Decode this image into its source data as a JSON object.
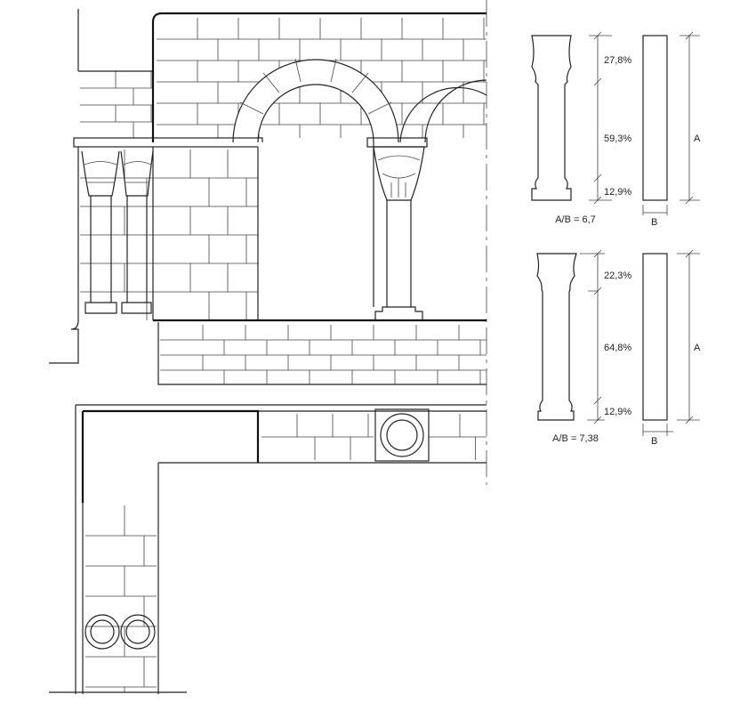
{
  "column_1": {
    "capital_pct": "27,8%",
    "shaft_pct": "59,3%",
    "base_pct": "12,9%",
    "ratio": "A/B = 6,7",
    "height_label": "A",
    "width_label": "B"
  },
  "column_2": {
    "capital_pct": "22,3%",
    "shaft_pct": "64,8%",
    "base_pct": "12,9%",
    "ratio": "A/B = 7,38",
    "height_label": "A",
    "width_label": "B"
  },
  "colors": {
    "line": "#222222",
    "background": "#ffffff"
  }
}
